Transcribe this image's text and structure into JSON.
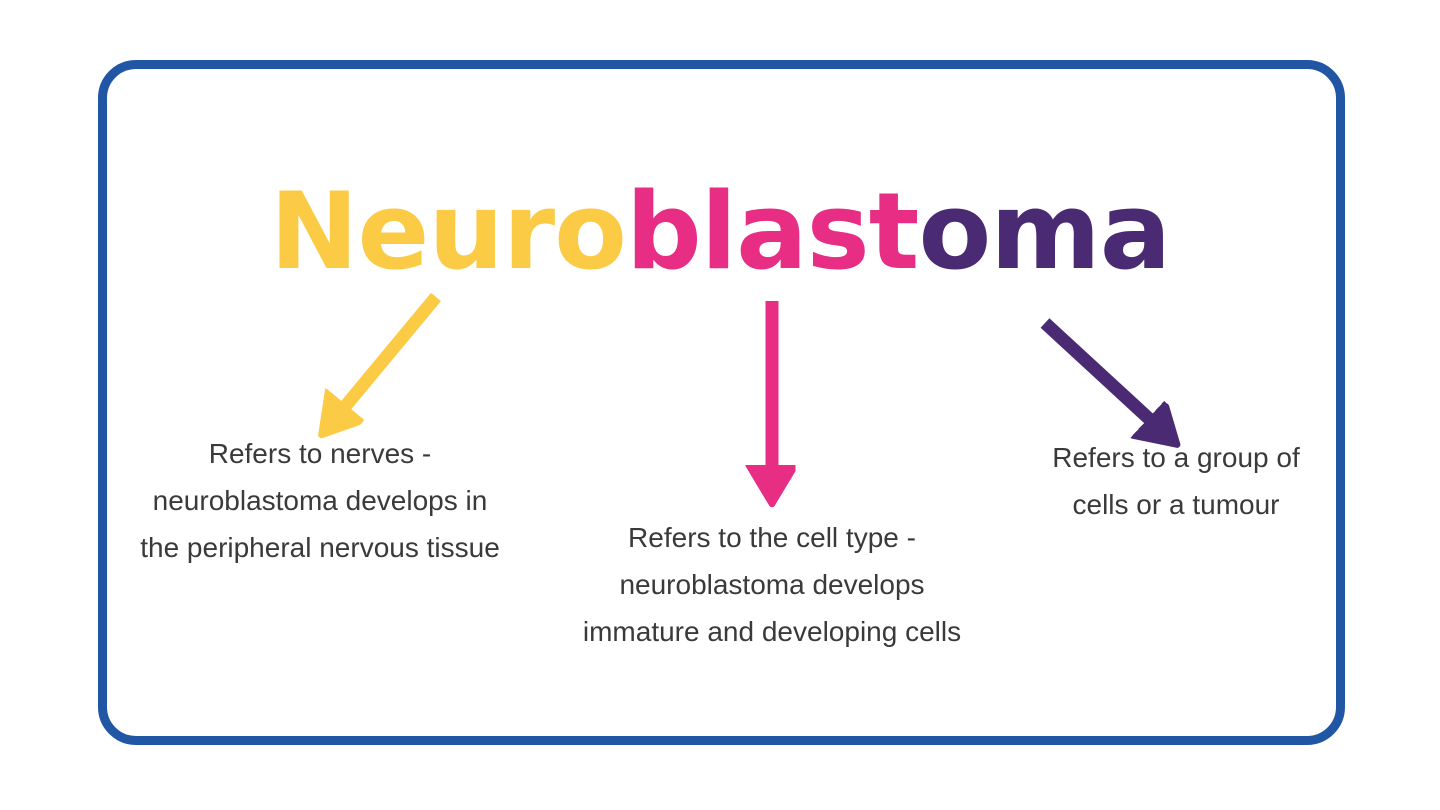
{
  "colors": {
    "border": "#2156A5",
    "yellow": "#FCCB45",
    "pink": "#E72D84",
    "purple": "#4A2A72",
    "body_text": "#3A3A3A"
  },
  "title": {
    "full_word": "Neuroblastoma",
    "segments": [
      {
        "text": "Neuro",
        "color": "#FCCB45"
      },
      {
        "text": "blast",
        "color": "#E72D84"
      },
      {
        "text": "oma",
        "color": "#4A2A72"
      }
    ]
  },
  "definitions": [
    {
      "part": "Neuro",
      "arrow_color": "#FCCB45",
      "text": "Refers to nerves -\nneuroblastoma develops in\nthe peripheral nervous tissue"
    },
    {
      "part": "blast",
      "arrow_color": "#E72D84",
      "text": "Refers to the cell type -\nneuroblastoma develops\nimmature and developing cells"
    },
    {
      "part": "oma",
      "arrow_color": "#4A2A72",
      "text": "Refers to a group of\ncells or a tumour"
    }
  ]
}
